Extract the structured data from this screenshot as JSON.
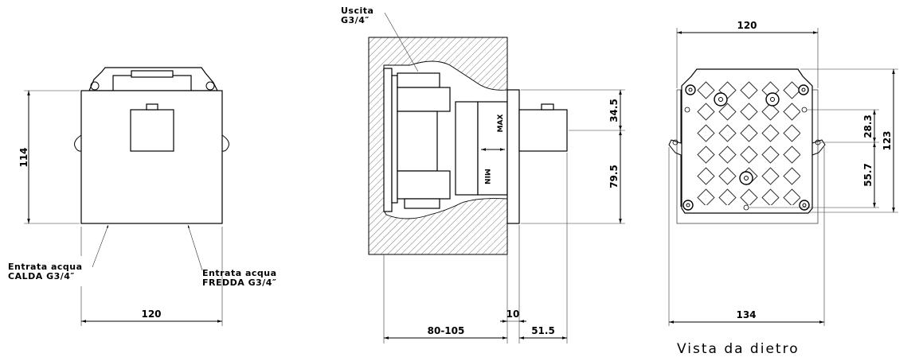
{
  "front_view": {
    "height_dim": "114",
    "width_dim": "120",
    "hot_inlet": {
      "line1": "Entrata acqua",
      "line2": "CALDA  G3/4″"
    },
    "cold_inlet": {
      "line1": "Entrata acqua",
      "line2": "FREDDA  G3/4″"
    }
  },
  "section_view": {
    "outlet": {
      "line1": "Uscita",
      "line2": "G3/4″"
    },
    "max_label": "MAX",
    "min_label": "MIN",
    "dim_top": "34.5",
    "dim_height": "79.5",
    "dim_depth": "80-105",
    "dim_plate": "10",
    "dim_knob": "51.5"
  },
  "back_view": {
    "width_dim": "120",
    "overall_width_dim": "134",
    "height_dim": "123",
    "hole_dim_upper": "28.3",
    "hole_dim_lower": "55.7",
    "title": "Vista da dietro"
  }
}
